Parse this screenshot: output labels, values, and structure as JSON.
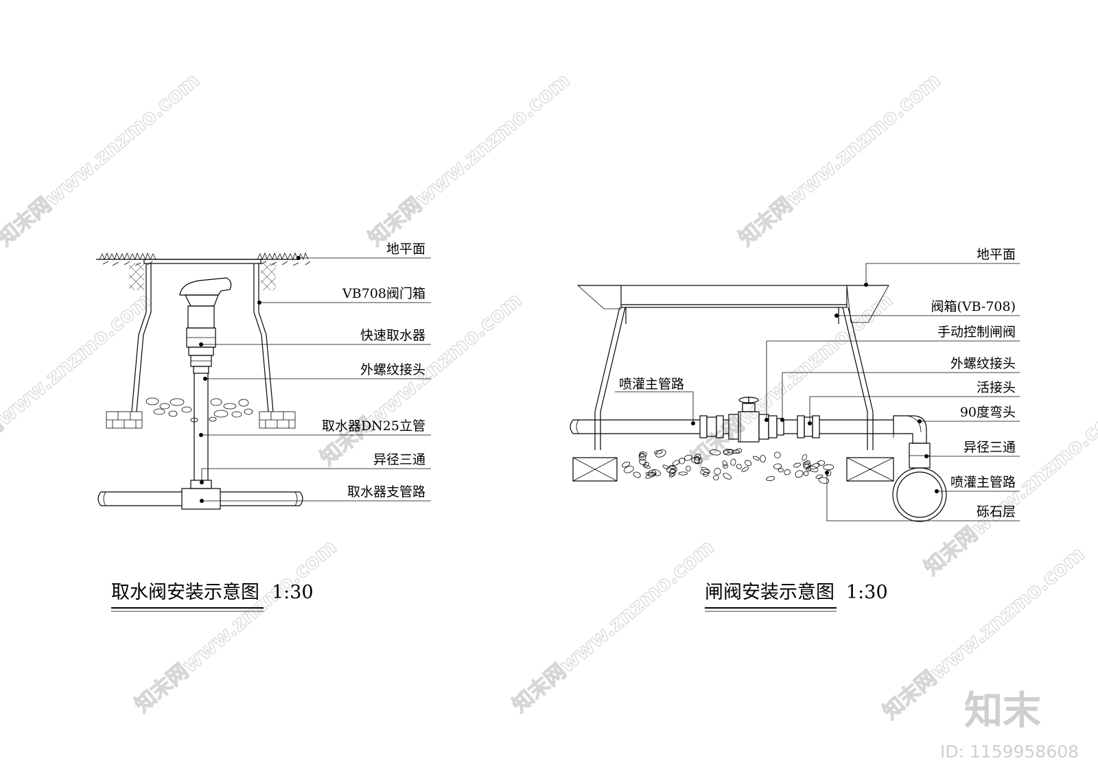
{
  "watermark": {
    "text": "知末网www.znzmo.com"
  },
  "brand": {
    "logo": "知末",
    "id": "ID: 1159958608"
  },
  "left": {
    "title": "取水阀安装示意图",
    "scale": "1:30",
    "labels": [
      "地平面",
      "VB708阀门箱",
      "快速取水器",
      "外螺纹接头",
      "取水器DN25立管",
      "异径三通",
      "取水器支管路"
    ]
  },
  "right": {
    "title": "闸阀安装示意图",
    "scale": "1:30",
    "side_label": "喷灌主管路",
    "labels": [
      "地平面",
      "阀箱(VB-708)",
      "手动控制闸阀",
      "外螺纹接头",
      "活接头",
      "90度弯头",
      "异径三通",
      "喷灌主管路",
      "砾石层"
    ]
  }
}
